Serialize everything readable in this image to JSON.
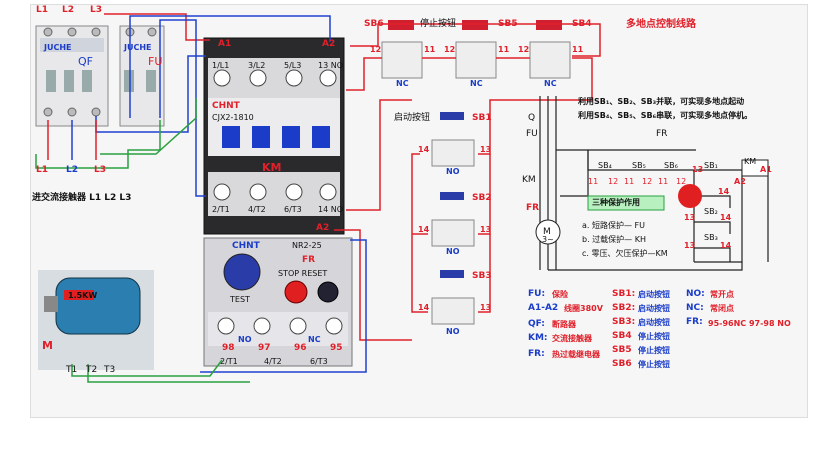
{
  "wiring_diagram": {
    "title": "多地点控制线路",
    "breaker": {
      "name": "QF",
      "fuse_name": "FU",
      "inputs": [
        "L1",
        "L2",
        "L3"
      ],
      "brand": "JUCHE"
    },
    "supply_labels": [
      "L1",
      "L2",
      "L3"
    ],
    "supply_note": "进交流接触器 L1 L2 L3",
    "contactor": {
      "brand": "CHNT",
      "model": "CJX2-1810",
      "name": "KM",
      "top_terminals": [
        "1/L1",
        "3/L2",
        "5/L3",
        "13 NO"
      ],
      "bottom_terminals": [
        "2/T1",
        "4/T2",
        "6/T3",
        "14 NO"
      ],
      "coil_left": "A1",
      "coil_right": "A2",
      "coil_bottom": "A2"
    },
    "overload": {
      "brand": "CHNT",
      "model": "NR2-25",
      "name": "FR",
      "stop_reset": "STOP RESET",
      "test": "TEST",
      "contacts": [
        "98",
        "97",
        "96",
        "95"
      ],
      "contact_labels": [
        "NO",
        "NC"
      ],
      "bottom": [
        "2/T1",
        "4/T2",
        "6/T3"
      ]
    },
    "motor": {
      "power": "1.5KW",
      "name": "M",
      "terminals": [
        "T1",
        "T2",
        "T3"
      ]
    },
    "stop_buttons": {
      "caption": "停止按钮",
      "items": [
        {
          "name": "SB6",
          "left": "12",
          "right": "11",
          "type": "NC"
        },
        {
          "name": "SB5",
          "left": "12",
          "right": "11",
          "type": "NC"
        },
        {
          "name": "SB4",
          "left": "12",
          "right": "11",
          "type": "NC"
        }
      ]
    },
    "start_buttons": {
      "caption": "启动按钮",
      "items": [
        {
          "name": "SB1",
          "left": "14",
          "right": "13",
          "type": "NO"
        },
        {
          "name": "SB2",
          "left": "14",
          "right": "13",
          "type": "NO"
        },
        {
          "name": "SB3",
          "left": "14",
          "right": "13",
          "type": "NO"
        }
      ]
    }
  },
  "schematic": {
    "note_line1": "利用SB₁、SB₂、SB₃并联，可实现多地点起动",
    "note_line2": "利用SB₄、SB₅、SB₆串联，可实现多地点停机。",
    "labels": {
      "q": "Q",
      "fu": "FU",
      "km": "KM",
      "fr": "FR",
      "m": "M",
      "m_sub": "3~",
      "fr2": "FR",
      "km_coil": "KM",
      "a1": "A1",
      "a2": "A2"
    },
    "stop_chain": [
      "SB₄",
      "SB₅",
      "SB₆"
    ],
    "stop_numbers": [
      "11",
      "12",
      "11",
      "12",
      "11",
      "12"
    ],
    "start_chain": [
      "SB₁",
      "SB₂",
      "SB₃"
    ],
    "start_numbers_left": [
      "13",
      "13",
      "13"
    ],
    "start_numbers_right": [
      "14",
      "14",
      "14"
    ],
    "protection_title": "三种保护作用",
    "protections": [
      "a. 短路保护— FU",
      "b. 过载保护— KH",
      "c. 零压、欠压保护—KM"
    ]
  },
  "legend": {
    "left": [
      {
        "key": "FU:",
        "val": "保险"
      },
      {
        "key": "A1-A2",
        "val": "线圈380V"
      },
      {
        "key": "QF:",
        "val": "断路器"
      },
      {
        "key": "KM:",
        "val": "交流接触器"
      },
      {
        "key": "FR:",
        "val": "热过载继电器"
      }
    ],
    "middle": [
      {
        "key": "SB1:",
        "val": "启动按钮"
      },
      {
        "key": "SB2:",
        "val": "启动按钮"
      },
      {
        "key": "SB3:",
        "val": "启动按钮"
      },
      {
        "key": "SB4",
        "val": "停止按钮"
      },
      {
        "key": "SB5",
        "val": "停止按钮"
      },
      {
        "key": "SB6",
        "val": "停止按钮"
      }
    ],
    "right": [
      {
        "key": "NO:",
        "val": "常开点"
      },
      {
        "key": "NC:",
        "val": "常闭点"
      },
      {
        "key": "FR:",
        "val": "95-96NC  97-98 NO"
      }
    ]
  },
  "colors": {
    "wire_red": "#e0202a",
    "wire_blue": "#2040d0",
    "wire_green": "#2aa040",
    "accent": "#e8202a"
  }
}
